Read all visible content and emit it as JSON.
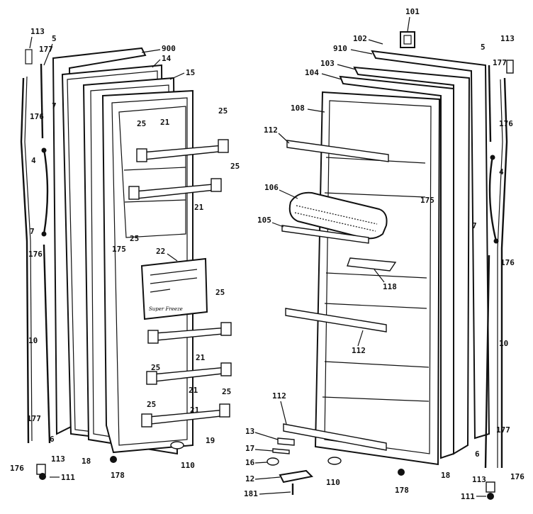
{
  "left_door": {
    "parts": {
      "p113": "113",
      "p5": "5",
      "p177": "177",
      "p900": "900",
      "p14": "14",
      "p15": "15",
      "p176": "176",
      "p7": "7",
      "p4": "4",
      "p25": "25",
      "p21": "21",
      "p175": "175",
      "p22": "22",
      "p10": "10",
      "p6": "6",
      "p18": "18",
      "p19": "19",
      "p110": "110",
      "p178": "178",
      "p111": "111"
    },
    "label_text": "Super Freeze"
  },
  "right_door": {
    "parts": {
      "p101": "101",
      "p102": "102",
      "p910": "910",
      "p103": "103",
      "p104": "104",
      "p108": "108",
      "p112": "112",
      "p106": "106",
      "p105": "105",
      "p175": "175",
      "p118": "118",
      "p5": "5",
      "p113": "113",
      "p177": "177",
      "p176": "176",
      "p7": "7",
      "p4": "4",
      "p10": "10",
      "p13": "13",
      "p17": "17",
      "p16": "16",
      "p12": "12",
      "p181": "181",
      "p110": "110",
      "p178": "178",
      "p18": "18",
      "p6": "6",
      "p111": "111"
    }
  }
}
